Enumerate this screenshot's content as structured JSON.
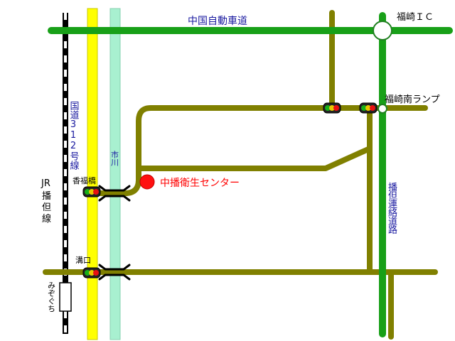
{
  "colors": {
    "expressway": "#18a018",
    "local_road": "#808000",
    "route312": "#ffff00",
    "river": "#a8f0d0",
    "railway": "#000000",
    "label_blue": "#1a1aa0",
    "destination": "#ff0000"
  },
  "labels": {
    "expressway": "中国自動車道",
    "fukusaki_ic": "福崎ＩＣ",
    "fukusaki_minami_ramp": "福崎南ランプ",
    "route312": "国道312号線",
    "river": "市川",
    "jr_line": [
      "JR",
      "播",
      "但",
      "線"
    ],
    "koufukubashi": "香福橋",
    "mizoguchi_crossing": "溝口",
    "station": "みぞぐち",
    "destination": "中播衛生センター",
    "bantan_road": [
      "播",
      "但",
      "連",
      "絡",
      "道",
      "路"
    ]
  },
  "icons": {
    "traffic_signal": "traffic-light-icon",
    "bridge": "bridge-icon",
    "interchange": "interchange-circle-icon",
    "destination": "destination-marker-icon",
    "station": "station-icon"
  }
}
